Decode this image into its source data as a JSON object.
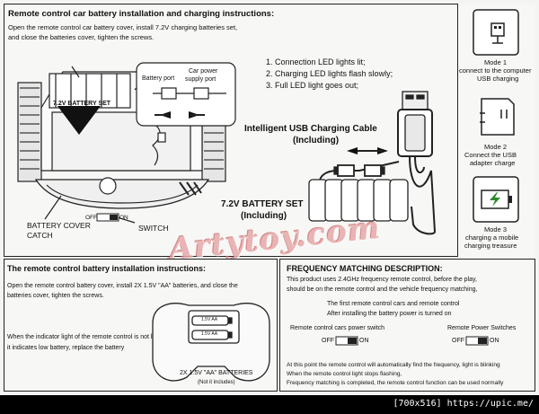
{
  "top": {
    "title": "Remote control car battery installation and charging instructions:",
    "intro_line1": "Open the remote control car  battery cover, install 7.2V charging batteries set,",
    "intro_line2": "and close the batteries cover, tighten the screws.",
    "battery_port": "Battery port",
    "car_power_line1": "Car power",
    "car_power_line2": "supply port",
    "battery_set_small": "7.2V BATTERY SET",
    "battery_cover_line1": "BATTERY COVER",
    "battery_cover_line2": "CATCH",
    "off_label": "OFF",
    "on_label": "ON",
    "switch_label": "SWITCH",
    "led_steps": [
      "1. Connection LED lights lit;",
      "2. Charging LED lights flash slowly;",
      "3. Full LED light goes out;"
    ],
    "usb_title_line1": "Intelligent USB Charging Cable",
    "usb_title_line2": "(Including)",
    "battery_set_line1": "7.2V BATTERY SET",
    "battery_set_line2": "(Including)"
  },
  "modes": [
    {
      "line1": "Mode 1",
      "line2": "connect to the computer",
      "line3": "USB charging"
    },
    {
      "line1": "Mode 2",
      "line2": "Connect the USB",
      "line3": "adapter charge"
    },
    {
      "line1": "Mode 3",
      "line2": "charging a mobile",
      "line3": "charging treasure"
    }
  ],
  "remote": {
    "title": "The remote control battery installation instructions:",
    "line1": "Open the remote control battery cover, install 2X 1.5V \"AA\" batteries, and close the",
    "line2": "batteries cover, tighten the screws.",
    "note_line1": "When the indicator light of the remote control is not lit,",
    "note_line2": "it indicates low battery, replace the battery",
    "cell_label": "1.5V AA",
    "batteries_label": "2X 1.5V \"AA\" BATTERIES",
    "not_included": "(Not it includes)"
  },
  "frequency": {
    "title": "FREQUENCY MATCHING DESCRIPTION:",
    "line1": "This product uses 2.4GHz frequency remote control, before the play,",
    "line2": "should be on the remote control and the vehicle frequency matching,",
    "step1": "The first remote control cars and remote control",
    "step2": "After installing the battery power is turned on",
    "car_switch": "Remote control cars power switch",
    "remote_switch": "Remote Power Switches",
    "off_label": "OFF",
    "on_label": "ON",
    "final1": "At this point the remote control will automatically find the frequency, light is blinking",
    "final2": "When the remote control light stops flashing,",
    "final3": "Frequency matching is completed, the remote control function can be used normally"
  },
  "watermark": "Artytoy.com",
  "footer": "[700x516] https://upic.me/"
}
